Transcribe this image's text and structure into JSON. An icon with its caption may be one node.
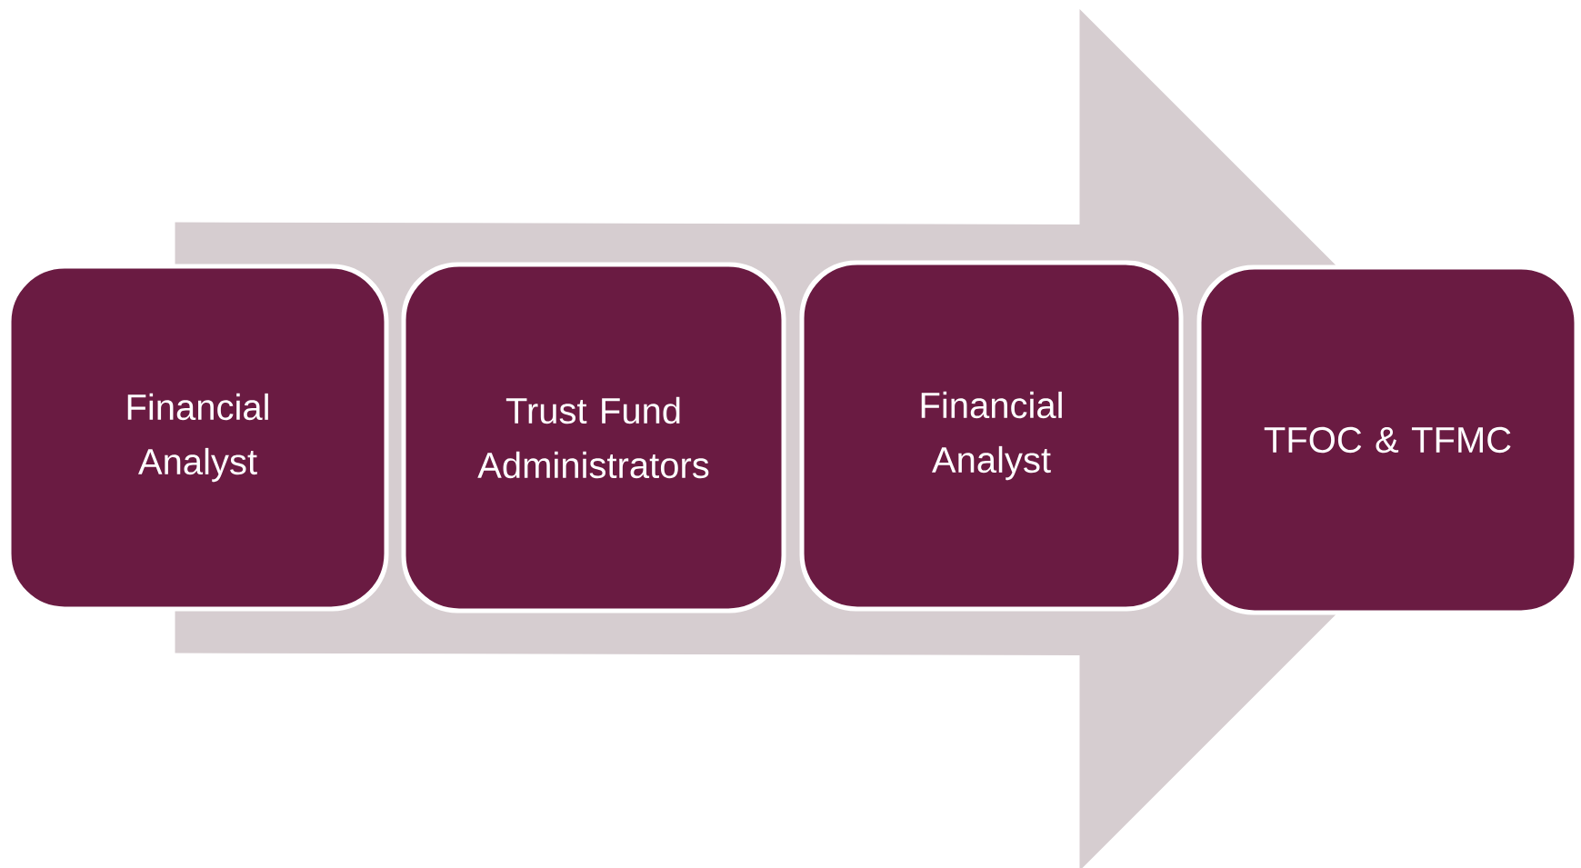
{
  "diagram": {
    "nodes": [
      {
        "text": [
          "Financial Analyst"
        ]
      },
      {
        "text": [
          "Trust Fund Administrators"
        ]
      },
      {
        "text": [
          "Financial Analyst"
        ]
      },
      {
        "text": [
          "TFOC & TFMC"
        ]
      }
    ],
    "edges": [
      {
        "from": 0,
        "to": 3,
        "arrow": "to"
      }
    ]
  }
}
